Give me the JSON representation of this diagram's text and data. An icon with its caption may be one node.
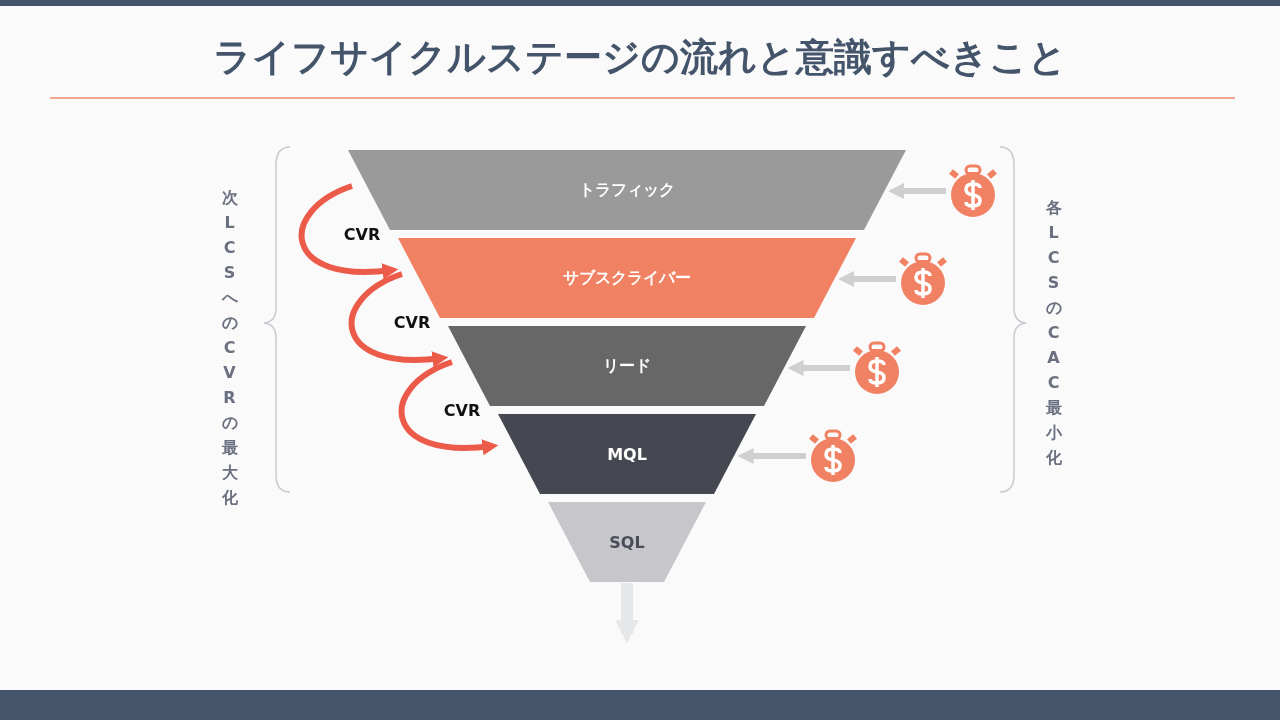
{
  "diagram": {
    "title": "ライフサイクルステージの流れと意識すべきこと",
    "nodes": [
      {
        "text": [
          "トラフィック"
        ]
      },
      {
        "text": [
          "サブスクライバー"
        ]
      },
      {
        "text": [
          "リード"
        ]
      },
      {
        "text": [
          "MQL"
        ]
      },
      {
        "text": [
          "SQL"
        ]
      },
      {
        "text": [],
        "shape": "bag"
      },
      {
        "text": [],
        "shape": "bag"
      },
      {
        "text": [],
        "shape": "bag"
      },
      {
        "text": [],
        "shape": "bag"
      }
    ],
    "edges": [
      {
        "from": 0,
        "to": 1,
        "arrow": "to",
        "label": "CVR",
        "color": "#ec5b4a"
      },
      {
        "from": 1,
        "to": 2,
        "arrow": "to",
        "label": "CVR",
        "color": "#ec5b4a"
      },
      {
        "from": 2,
        "to": 3,
        "arrow": "to",
        "label": "CVR",
        "color": "#ec5b4a"
      },
      {
        "from": 5,
        "to": 0,
        "arrow": "to"
      },
      {
        "from": 6,
        "to": 1,
        "arrow": "to"
      },
      {
        "from": 7,
        "to": 2,
        "arrow": "to"
      },
      {
        "from": 8,
        "to": 3,
        "arrow": "to"
      },
      {
        "from": 4,
        "to": null,
        "arrow": "to",
        "style": "thick",
        "color": "#e6e7e9"
      }
    ],
    "labels": [
      "次LCSへのCVRの最大化",
      "各LCSのCAC最小化"
    ]
  }
}
